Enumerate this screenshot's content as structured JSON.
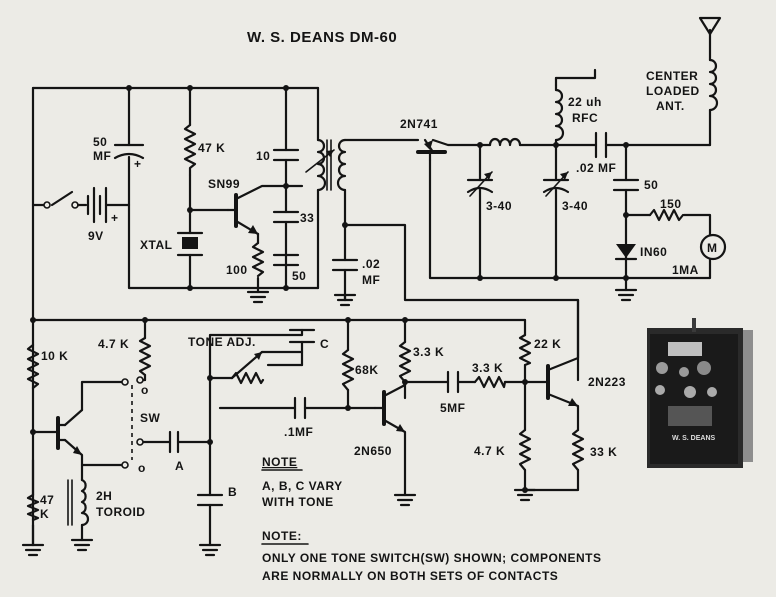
{
  "title": "W. S. DEANS DM-60",
  "labels": {
    "center_loaded_ant": [
      "CENTER",
      "LOADED",
      "ANT."
    ],
    "rfc": [
      "22 uh",
      "RFC"
    ],
    "q_osc": "SN99",
    "q_amp": "2N741",
    "q_tone": "2N650",
    "q_out": "2N223",
    "c_50mf": [
      "50",
      "MF"
    ],
    "r_47k": "47 K",
    "c_10": "10",
    "c_33": "33",
    "c_50": "50",
    "r_100": "100",
    "xtal": "XTAL",
    "battery": "9V",
    "c_02mf_a": [
      ".02",
      "MF"
    ],
    "trim1": "3-40",
    "trim2": "3-40",
    "c_02mf_b": ".02 MF",
    "c_50b": "50",
    "r_150": "150",
    "diode": "IN60",
    "meter_symbol": "M",
    "meter": "1MA",
    "r_10k": "10 K",
    "r_47k_b": [
      "47",
      "K"
    ],
    "choke": [
      "2H",
      "TOROID"
    ],
    "r_4_7k_a": "4.7 K",
    "tone_adj": "TONE ADJ.",
    "cap_c": "C",
    "sw_o1": "o",
    "sw_o2": "o",
    "sw": "SW",
    "cap_a": "A",
    "cap_b": "B",
    "c_1mf": ".1MF",
    "r_68k": "68K",
    "r_3_3k_a": "3.3 K",
    "r_3_3k_b": "3.3 K",
    "c_5mf": "5MF",
    "r_22k": "22 K",
    "r_4_7k_b": "4.7 K",
    "r_33k": "33 K",
    "note1": [
      "NOTE",
      "A, B, C  VARY",
      "WITH TONE"
    ],
    "note2": [
      "NOTE:",
      "ONLY  ONE  TONE  SWITCH(SW)  SHOWN;  COMPONENTS",
      "ARE  NORMALLY  ON  BOTH  SETS  OF  CONTACTS"
    ],
    "photo_brand": "W. S. DEANS"
  }
}
